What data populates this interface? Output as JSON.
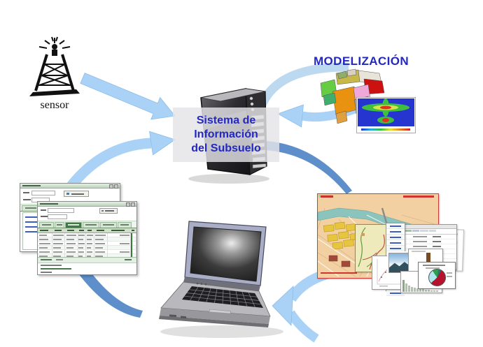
{
  "labels": {
    "sensor": "sensor",
    "modelizacion": "MODELIZACIÓN",
    "server": [
      "Sistema de",
      "Información",
      "del Subsuelo"
    ]
  },
  "icons": {
    "sensor": "radio-tower-icon",
    "server": "tower-server-icon",
    "laptop": "laptop-icon",
    "modelizacion": "geologic-block-model-image",
    "heatmap": "simulation-heatmap-image",
    "maps": "map-and-charts-collage"
  },
  "colors": {
    "arrow_light": "#a9d2f6",
    "arrow_pale": "#bdd9f0",
    "arrow_dark": "#5e8fcb",
    "label_blue": "#2328c0",
    "tab_active_green": "#3f7a46",
    "window_green": "#d6e7d4",
    "map_tan": "#f2d0a2",
    "map_river": "#8ac4bd",
    "map_yellow": "#e8c53e",
    "heatmap_blue": "#2635cf",
    "pie_maroon": "#b5122e",
    "pie_cyan": "#aee6ef",
    "pie_green": "#2f9e4f",
    "pie_teal": "#1f7a70"
  },
  "placeholders": {
    "back_window": {
      "tab_count": 5,
      "active_tab": 3,
      "list_link_count": 4
    },
    "front_window": {
      "tab_count": 6,
      "active_tab": 2,
      "table_row_count": 7,
      "table_col_count": 8
    },
    "links_panel_row_count": 13,
    "form_window_row_count": 8,
    "histogram_heights": [
      17,
      12,
      9,
      7,
      6,
      5,
      5,
      4,
      3,
      3,
      2,
      2,
      2
    ],
    "pie_slices_pct": [
      55,
      27,
      12,
      6
    ]
  }
}
